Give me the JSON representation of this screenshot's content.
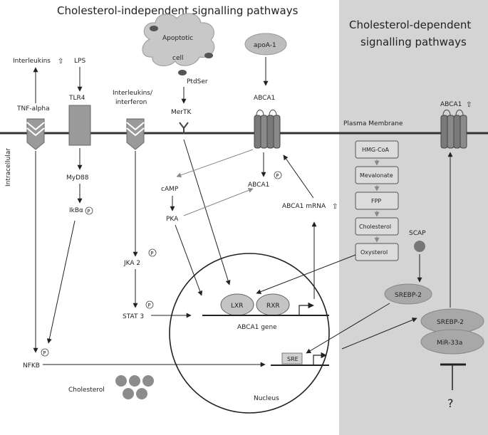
{
  "titles": {
    "independent": "Cholesterol-independent signalling pathways",
    "dependent_line1": "Cholesterol-dependent",
    "dependent_line2": "signalling pathways"
  },
  "membrane": {
    "plasma_membrane": "Plasma Membrane",
    "intracellular": "Intracellular"
  },
  "left_column": {
    "interleukins_up": "Interleukins",
    "lps": "LPS",
    "tnf_alpha": "TNF-alpha",
    "tlr4": "TLR4",
    "interleukins_interferon_line1": "Interleukins/",
    "interleukins_interferon_line2": "interferon",
    "myd88": "MyD88",
    "ikb": "IkBα",
    "jka2": "JKA 2",
    "stat3": "STAT 3",
    "nfkb": "NFKB",
    "cholesterol": "Cholesterol"
  },
  "middle": {
    "apoptotic_line1": "Apoptotic",
    "apoptotic_line2": "cell",
    "ptdser": "PtdSer",
    "mertk": "MerTK",
    "apoa1": "apoA-1",
    "abca1_top": "ABCA1",
    "abca1_inner": "ABCA1",
    "camp": "cAMP",
    "pka": "PKA",
    "abca1_mrna": "ABCA1 mRNA"
  },
  "nucleus": {
    "lxr": "LXR",
    "rxr": "RXR",
    "abca1_gene": "ABCA1 gene",
    "sre": "SRE",
    "nucleus_label": "Nucleus"
  },
  "right_panel": {
    "abca1_up": "ABCA1",
    "pathway_steps": [
      "HMG-CoA",
      "Mevalonate",
      "FPP",
      "Cholesterol",
      "Oxysterol"
    ],
    "scap": "SCAP",
    "srebp2_a": "SREBP-2",
    "srebp2_b": "SREBP-2",
    "mir33a": "MiR-33a",
    "question": "?"
  },
  "symbols": {
    "phospho": "P",
    "up_arrow": "⇧"
  },
  "colors": {
    "right_panel_bg": "#d4d4d4",
    "membrane": "#333333",
    "receptor_fill": "#9a9a9a",
    "cloud_fill": "#c8c8c8",
    "ellipse_fill": "#a8a8a8",
    "pathway_box": "#dcdcdc"
  }
}
